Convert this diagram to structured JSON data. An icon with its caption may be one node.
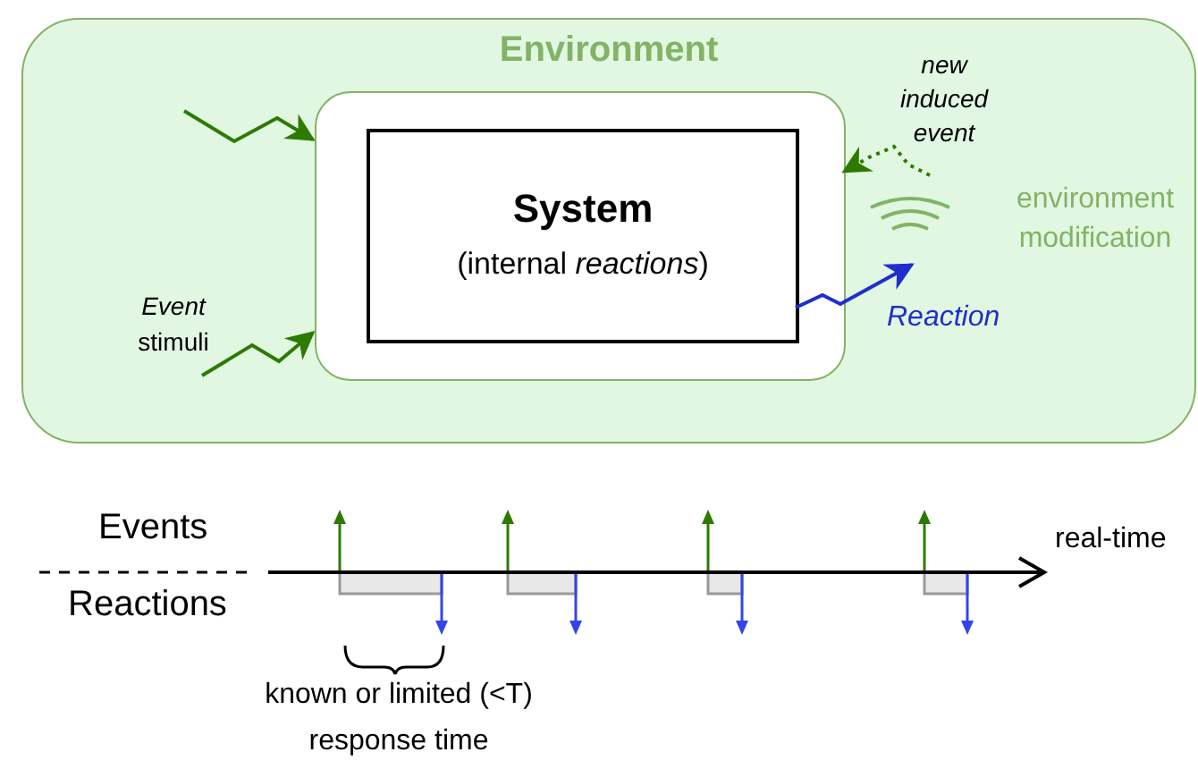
{
  "diagram": {
    "nodes": [
      {
        "text": [
          "Environment"
        ]
      },
      {
        "text": [],
        "shape": "box",
        "in": 0
      },
      {
        "text": [
          "System",
          "(internal *reactions*)"
        ],
        "in": 1
      }
    ],
    "edges": [
      {
        "from": null,
        "to": 1,
        "arrow": "to"
      },
      {
        "from": null,
        "to": 1,
        "arrow": "to"
      },
      {
        "from": null,
        "to": 1,
        "arrow": "to",
        "style": "dashed"
      },
      {
        "from": 2,
        "to": null,
        "arrow": "to",
        "color": "#1f2fcc"
      }
    ],
    "labels": [
      "new induced event",
      "environment modification",
      "*Event* stimuli",
      "Reaction",
      "Events",
      "real-time",
      "Reactions",
      "known or limited (<T) response time"
    ]
  }
}
